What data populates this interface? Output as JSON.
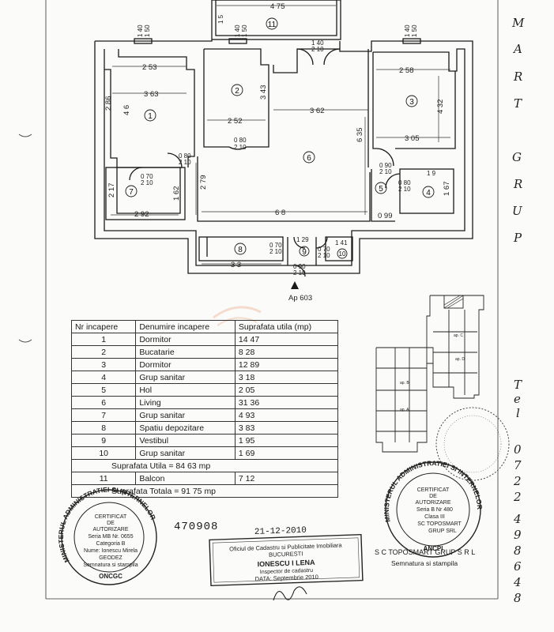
{
  "plan": {
    "dims": {
      "d475": "4 75",
      "d15": "1 5",
      "d140a": "1 40",
      "d150a": "1 50",
      "d140b": "1 40",
      "d150b": "1 50",
      "d140c": "1 40",
      "d150c": "1 50",
      "d140d": "1 40",
      "d210d": "2 10",
      "d253": "2 53",
      "d363": "3 63",
      "d286": "2 86",
      "d46": "4 6",
      "d343": "3 43",
      "d252": "2 52",
      "d362": "3 62",
      "d635": "6 35",
      "d258": "2 58",
      "d432": "4 32",
      "d305": "3 05",
      "d080a": "0 80",
      "d210a": "2 10",
      "d080b": "0 80",
      "d210b": "2 10",
      "d070a": "0 70",
      "d210c": "2 10",
      "d279": "2 79",
      "d217": "2 17",
      "d162": "1 62",
      "d292": "2 92",
      "d68": "6 8",
      "d090a": "0 90",
      "d210e": "2 10",
      "d19": "1 9",
      "d080c": "0 80",
      "d210f": "2 10",
      "d167": "1 67",
      "d099": "0 99",
      "d129": "1 29",
      "d141": "1 41",
      "d070b": "0 70",
      "d210g": "2 10",
      "d070c": "0 70",
      "d210h": "2 10",
      "d33": "3 3",
      "d090b": "0 90",
      "d210i": "2 10"
    },
    "room_numbers": [
      "1",
      "2",
      "3",
      "4",
      "5",
      "6",
      "7",
      "8",
      "9",
      "10",
      "11"
    ],
    "apartment_label": "Ap 603"
  },
  "side_text": {
    "company": [
      "M",
      "A",
      "R",
      "T",
      "G",
      "R",
      "U",
      "P"
    ],
    "tel_label": [
      "T",
      "e",
      "l"
    ],
    "tel_digits": [
      "0",
      "7",
      "2",
      "2",
      "4",
      "9",
      "8",
      "6",
      "4",
      "8"
    ]
  },
  "table": {
    "headers": [
      "Nr incapere",
      "Denumire incapere",
      "Suprafata utila (mp)"
    ],
    "rows": [
      {
        "nr": "1",
        "name": "Dormitor",
        "area": "14 47"
      },
      {
        "nr": "2",
        "name": "Bucatarie",
        "area": "8 28"
      },
      {
        "nr": "3",
        "name": "Dormitor",
        "area": "12 89"
      },
      {
        "nr": "4",
        "name": "Grup sanitar",
        "area": "3 18"
      },
      {
        "nr": "5",
        "name": "Hol",
        "area": "2 05"
      },
      {
        "nr": "6",
        "name": "Living",
        "area": "31 36"
      },
      {
        "nr": "7",
        "name": "Grup sanitar",
        "area": "4 93"
      },
      {
        "nr": "8",
        "name": "Spatiu depozitare",
        "area": "3 83"
      },
      {
        "nr": "9",
        "name": "Vestibul",
        "area": "1 95"
      },
      {
        "nr": "10",
        "name": "Grup sanitar",
        "area": "1 69"
      }
    ],
    "usable_total": "Suprafata Utila  =  84 63 mp",
    "balcony": {
      "nr": "11",
      "name": "Balcon",
      "area": "7 12"
    },
    "grand_total": "Suprafata Totala  =  91 75 mp"
  },
  "building_plan": {
    "labels": [
      "ap. C",
      "ap. D",
      "ap. B",
      "ap. A"
    ]
  },
  "footer": {
    "number": "470908",
    "date": "21-12-2010",
    "cadastre_office": "Oficiul de Cadastru si Publicitate Imobiliara",
    "city": "BUCURESTI",
    "inspector_name": "IONESCU I LENA",
    "inspector_title": "Inspector de cadastru",
    "inspector_date": "DATA: Septembrie 2010",
    "company_name": "S C  TOPOSMART GRUP S R L",
    "signature_caption": "Semnatura si stampila"
  },
  "stamp_left": {
    "ring": "MINISTERUL ADMINISTRATIEI SI INTERNELOR",
    "lines": [
      "CERTIFICAT",
      "DE",
      "AUTORIZARE",
      "Seria MB Nr. 0655",
      "Categoria B",
      "Nume: Ionescu Mirela",
      "GEODEZ",
      "Semnatura si stampila"
    ],
    "bottom": "ONCGC"
  },
  "stamp_right": {
    "ring": "MINISTERUL ADMINISTRATIEI SI INTERNELOR",
    "lines": [
      "CERTIFICAT",
      "DE",
      "AUTORIZARE",
      "Seria B  Nr 480",
      "Clasa III",
      "SC TOPOSMART",
      "GRUP SRL"
    ],
    "bottom": "ANCPI"
  },
  "colors": {
    "ink": "#1a1a1a",
    "paper": "#fbfbf9",
    "watermark": "#f2d8c8"
  }
}
